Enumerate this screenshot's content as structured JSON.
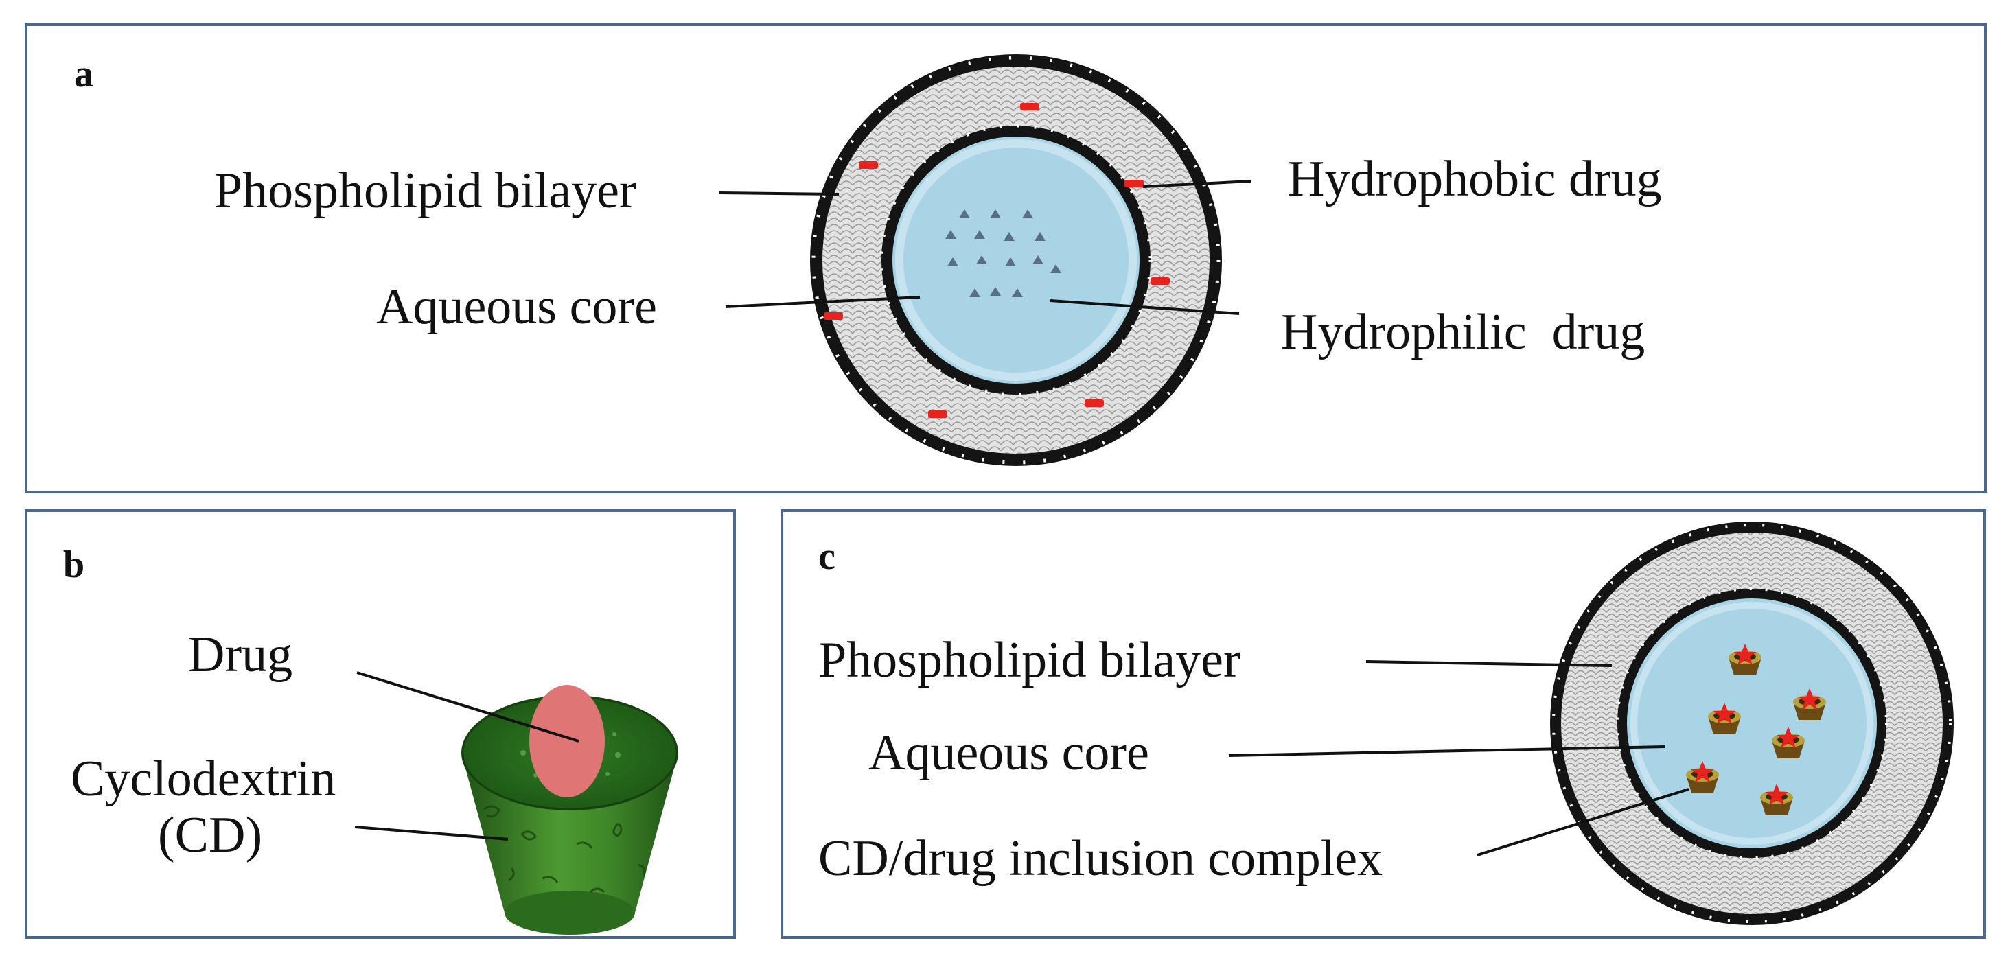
{
  "colors": {
    "panel_border": "#4a6790",
    "aqueous_core": "#a9d4e6",
    "head_group": "#141414",
    "tail_band": "#d8d8d8",
    "hydrophobic_drug": "#e8231e",
    "cd_green_dark": "#2c6b1f",
    "cd_green_light": "#58a83a",
    "drug_pink": "#e07575"
  },
  "panel_a": {
    "letter": "a",
    "labels": {
      "phospholipid_bilayer": "Phospholipid bilayer",
      "aqueous_core": "Aqueous core",
      "hydrophobic_drug": "Hydrophobic drug",
      "hydrophilic_drug": "Hydrophilic  drug"
    }
  },
  "panel_b": {
    "letter": "b",
    "labels": {
      "drug": "Drug",
      "cyclodextrin": "Cyclodextrin",
      "cd_abbrev": "(CD)"
    }
  },
  "panel_c": {
    "letter": "c",
    "labels": {
      "phospholipid_bilayer": "Phospholipid bilayer",
      "aqueous_core": "Aqueous core",
      "inclusion_complex": "CD/drug inclusion complex"
    }
  }
}
